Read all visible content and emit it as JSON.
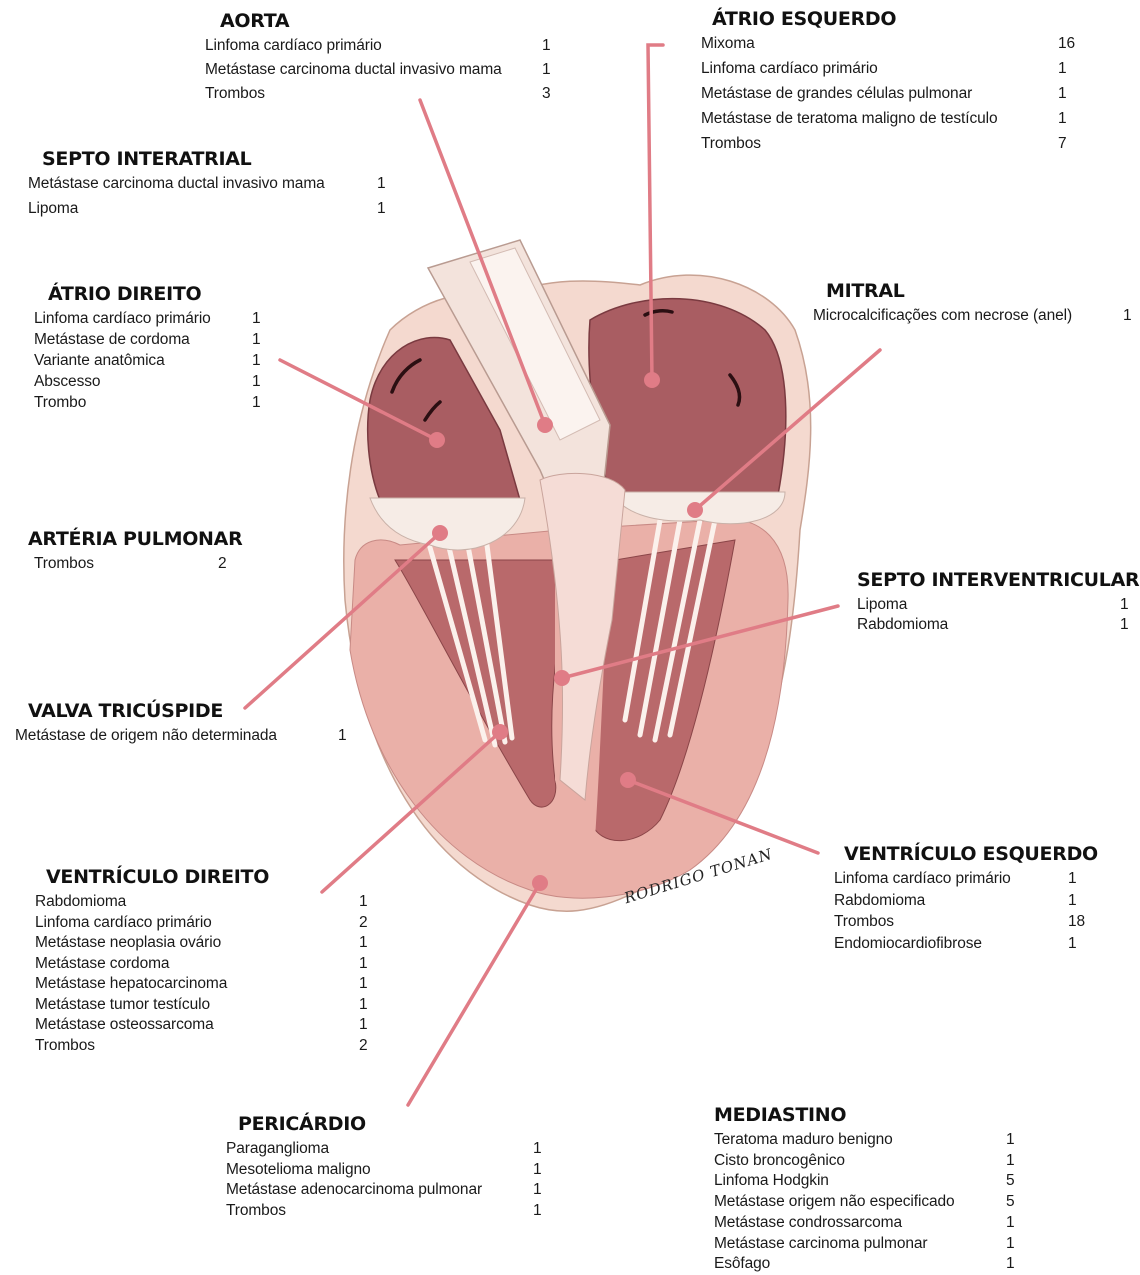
{
  "colors": {
    "leader": "#e07c86",
    "wall_outer": "#f2d3c8",
    "muscle": "#e8a7a2",
    "atrium_cavity": "#a85a5f",
    "valve": "#f4e9e2",
    "text": "#111111"
  },
  "signature": "RODRIGO TONAN",
  "groups": [
    {
      "id": "aorta",
      "title": "AORTA",
      "items": [
        {
          "label": "Linfoma cardíaco primário",
          "count": "1"
        },
        {
          "label": "Metástase carcinoma ductal invasivo mama",
          "count": "1"
        },
        {
          "label": "Trombos",
          "count": "3"
        }
      ]
    },
    {
      "id": "atrio-esquerdo",
      "title": "ÁTRIO ESQUERDO",
      "items": [
        {
          "label": "Mixoma",
          "count": "16"
        },
        {
          "label": "Linfoma cardíaco primário",
          "count": "1"
        },
        {
          "label": "Metástase de grandes células pulmonar",
          "count": "1"
        },
        {
          "label": "Metástase de teratoma maligno de testículo",
          "count": "1"
        },
        {
          "label": "Trombos",
          "count": "7"
        }
      ]
    },
    {
      "id": "septo-interatrial",
      "title": "SEPTO INTERATRIAL",
      "items": [
        {
          "label": "Metástase carcinoma ductal invasivo mama",
          "count": "1"
        },
        {
          "label": "Lipoma",
          "count": "1"
        }
      ]
    },
    {
      "id": "atrio-direito",
      "title": "ÁTRIO DIREITO",
      "items": [
        {
          "label": "Linfoma cardíaco primário",
          "count": "1"
        },
        {
          "label": "Metástase de cordoma",
          "count": "1"
        },
        {
          "label": "Variante anatômica",
          "count": "1"
        },
        {
          "label": "Abscesso",
          "count": "1"
        },
        {
          "label": "Trombo",
          "count": "1"
        }
      ]
    },
    {
      "id": "mitral",
      "title": "MITRAL",
      "items": [
        {
          "label": "Microcalcificações com necrose (anel)",
          "count": "1"
        }
      ]
    },
    {
      "id": "arteria-pulmonar",
      "title": "ARTÉRIA PULMONAR",
      "items": [
        {
          "label": "Trombos",
          "count": "2"
        }
      ]
    },
    {
      "id": "septo-interventricular",
      "title": "SEPTO INTERVENTRICULAR",
      "items": [
        {
          "label": "Lipoma",
          "count": "1"
        },
        {
          "label": "Rabdomioma",
          "count": "1"
        }
      ]
    },
    {
      "id": "valva-tricuspide",
      "title": "VALVA TRICÚSPIDE",
      "items": [
        {
          "label": "Metástase de origem não determinada",
          "count": "1"
        }
      ]
    },
    {
      "id": "ventriculo-direito",
      "title": "VENTRÍCULO DIREITO",
      "items": [
        {
          "label": "Rabdomioma",
          "count": "1"
        },
        {
          "label": "Linfoma cardíaco primário",
          "count": "2"
        },
        {
          "label": "Metástase neoplasia ovário",
          "count": "1"
        },
        {
          "label": "Metástase cordoma",
          "count": "1"
        },
        {
          "label": "Metástase hepatocarcinoma",
          "count": "1"
        },
        {
          "label": "Metástase tumor testículo",
          "count": "1"
        },
        {
          "label": "Metástase osteossarcoma",
          "count": "1"
        },
        {
          "label": "Trombos",
          "count": "2"
        }
      ]
    },
    {
      "id": "ventriculo-esquerdo",
      "title": "VENTRÍCULO ESQUERDO",
      "items": [
        {
          "label": "Linfoma cardíaco primário",
          "count": "1"
        },
        {
          "label": "Rabdomioma",
          "count": "1"
        },
        {
          "label": "Trombos",
          "count": "18"
        },
        {
          "label": "Endomiocardiofibrose",
          "count": "1"
        }
      ]
    },
    {
      "id": "pericardio",
      "title": "PERICÁRDIO",
      "items": [
        {
          "label": "Paraganglioma",
          "count": "1"
        },
        {
          "label": "Mesotelioma maligno",
          "count": "1"
        },
        {
          "label": "Metástase adenocarcinoma pulmonar",
          "count": "1"
        },
        {
          "label": "Trombos",
          "count": "1"
        }
      ]
    },
    {
      "id": "mediastino",
      "title": "MEDIASTINO",
      "items": [
        {
          "label": "Teratoma maduro benigno",
          "count": "1"
        },
        {
          "label": "Cisto broncogênico",
          "count": "1"
        },
        {
          "label": "Linfoma Hodgkin",
          "count": "5"
        },
        {
          "label": "Metástase origem não especificado",
          "count": "5"
        },
        {
          "label": "Metástase condrossarcoma",
          "count": "1"
        },
        {
          "label": "Metástase carcinoma pulmonar",
          "count": "1"
        },
        {
          "label": "Esôfago",
          "count": "1"
        }
      ]
    }
  ]
}
